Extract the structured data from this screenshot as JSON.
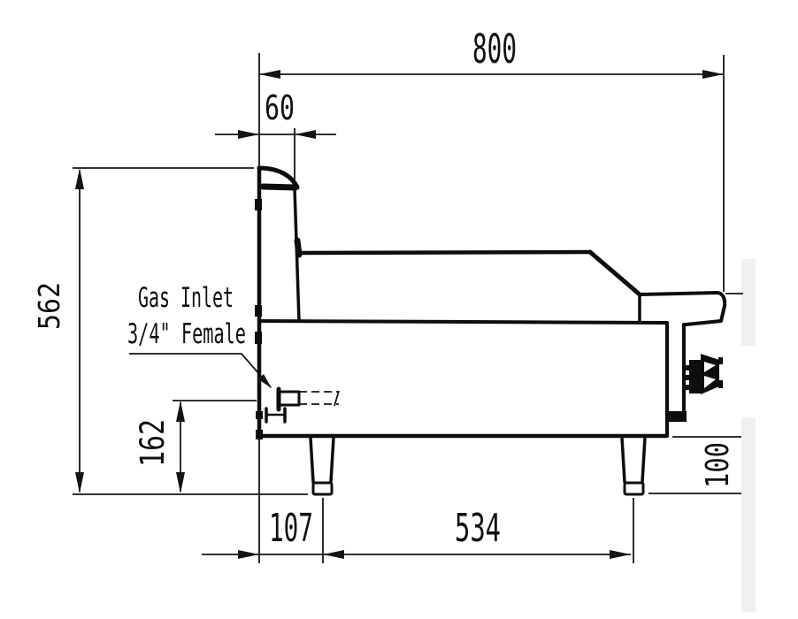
{
  "drawing": {
    "type": "technical-side-elevation",
    "subject": "gas griddle side view with backsplash, control knob, legs and gas inlet",
    "dimensions": {
      "overall_depth": "800",
      "splash_thickness": "60",
      "overall_height": "562",
      "gas_inlet_height": "162",
      "front_leg_offset": "107",
      "leg_spacing": "534",
      "leg_height": "100"
    },
    "annotations": {
      "gas_inlet_line1": "Gas Inlet",
      "gas_inlet_line2": "3/4\" Female"
    },
    "colors": {
      "line": "#0d0d0d",
      "dimension_line": "#141414",
      "background": "#ffffff",
      "scan_shadow": "#f0f0f0"
    }
  }
}
